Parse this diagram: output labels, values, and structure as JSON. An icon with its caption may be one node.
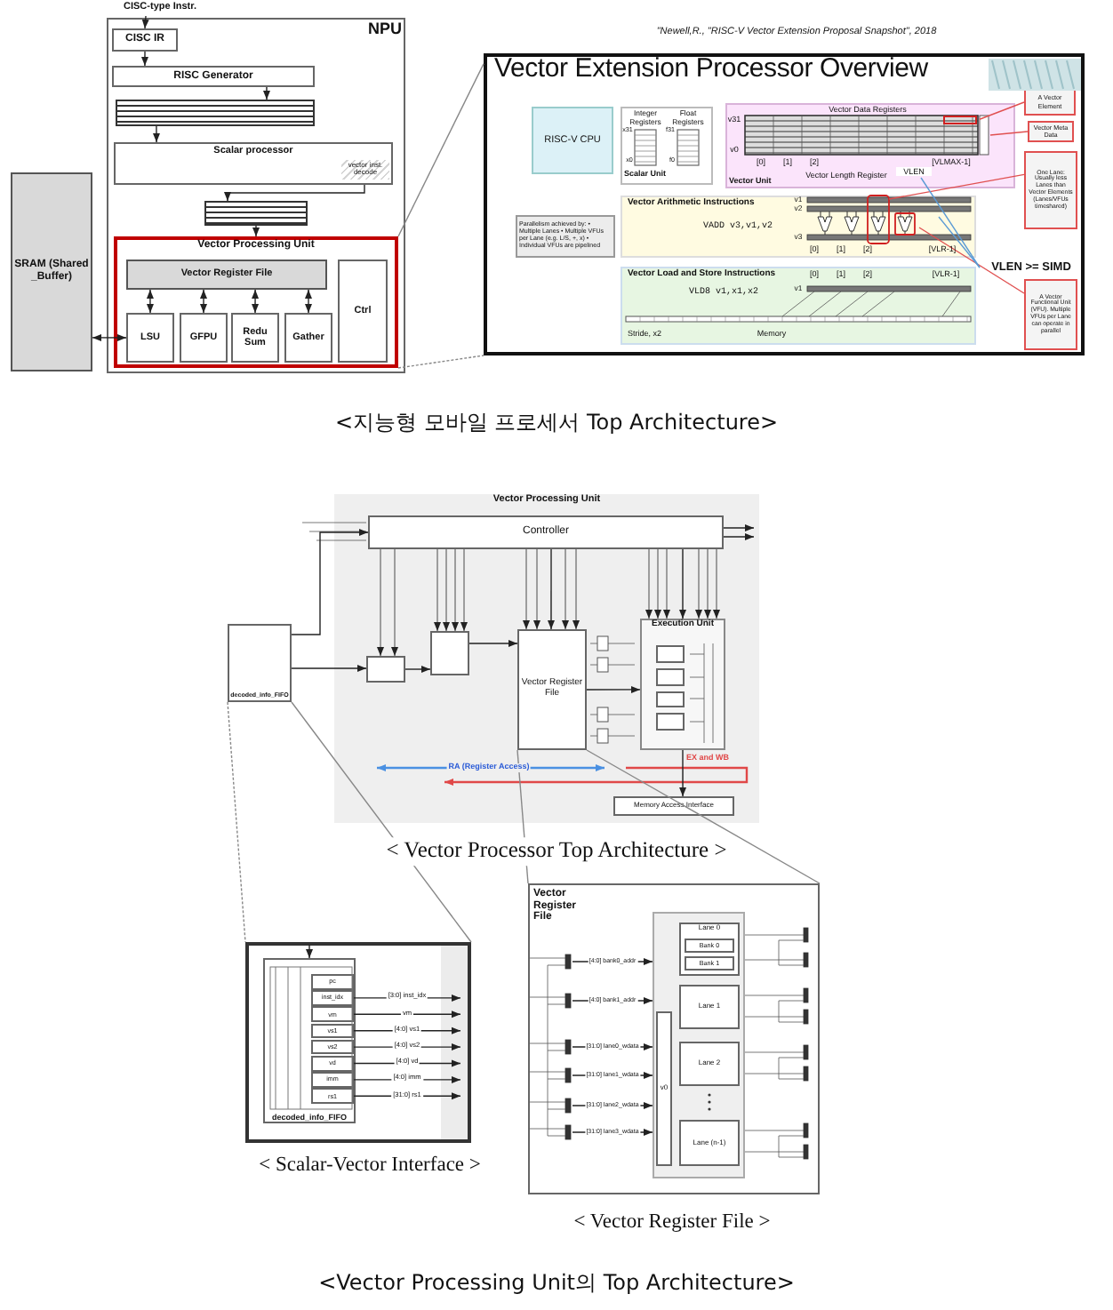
{
  "diagram": {
    "nodes": [
      {
        "text": [
          "NPU"
        ]
      },
      {
        "text": [
          "CISC IR"
        ],
        "in": 0
      },
      {
        "text": [
          "RISC Generator"
        ],
        "in": 0
      },
      {
        "text": [],
        "shape": "box",
        "in": 0
      },
      {
        "text": [
          "Scalar processor",
          "vector inst. decode"
        ],
        "in": 0
      },
      {
        "text": [],
        "shape": "box",
        "in": 0
      },
      {
        "text": [
          "Vector Processing Unit"
        ],
        "in": 0
      },
      {
        "text": [
          "Vector Register File"
        ],
        "in": 6
      },
      {
        "text": [
          "LSU"
        ],
        "in": 6
      },
      {
        "text": [
          "GFPU"
        ],
        "in": 6
      },
      {
        "text": [
          "Redu Sum"
        ],
        "in": 6
      },
      {
        "text": [
          "Gather"
        ],
        "in": 6
      },
      {
        "text": [
          "Ctrl"
        ],
        "in": 6
      },
      {
        "text": [
          "SRAM (Shared _Buffer)"
        ]
      },
      {
        "text": [
          "CISC-type Instr."
        ]
      },
      {
        "text": [
          "Vector Extension Processor Overview"
        ]
      },
      {
        "text": [
          "RISC-V CPU"
        ],
        "in": 15
      },
      {
        "text": [
          "Integer Registers",
          "Float Registers",
          "Scalar Unit"
        ],
        "in": 15
      },
      {
        "text": [
          "Vector Data Registers",
          "Vector Length Register",
          "VLEN",
          "Vector Unit"
        ],
        "in": 15
      },
      {
        "text": [
          "Vector Arithmetic Instructions",
          "VADD v3,v1,v2"
        ],
        "in": 15
      },
      {
        "text": [
          "Parallelism achieved by: • Multiple Lanes • Multiple VFUs per Lane (e.g. L/S, +, x) • Individual VFUs are pipelined"
        ],
        "in": 15
      },
      {
        "text": [
          "Vector Load and Store Instructions",
          "VLD8 v1,x1,x2",
          "Memory",
          "Stride, x2"
        ],
        "in": 15
      },
      {
        "text": [
          "A Vector Element"
        ],
        "in": 15
      },
      {
        "text": [
          "Vector Meta Data"
        ],
        "in": 15
      },
      {
        "text": [
          "One Lane: Usually less Lanes than Vector Elements (Lanes/VFUs timeshared)"
        ],
        "in": 15
      },
      {
        "text": [
          "VLEN >= SIMD"
        ],
        "in": 15
      },
      {
        "text": [
          "A Vector Functional Unit (VFU). Multiple VFUs per Lane can operate in parallel"
        ],
        "in": 15
      },
      {
        "text": [
          "Vector Processing Unit"
        ]
      },
      {
        "text": [
          "Controller"
        ],
        "in": 27
      },
      {
        "text": [],
        "shape": "box",
        "in": 27
      },
      {
        "text": [],
        "shape": "box",
        "in": 27
      },
      {
        "text": [
          "Vector Register File"
        ],
        "in": 27
      },
      {
        "text": [
          "Execution Unit"
        ],
        "in": 27
      },
      {
        "text": [],
        "shape": "box",
        "in": 32
      },
      {
        "text": [],
        "shape": "box",
        "in": 32
      },
      {
        "text": [],
        "shape": "box",
        "in": 32
      },
      {
        "text": [],
        "shape": "box",
        "in": 32
      },
      {
        "text": [
          "Memory Access Interface"
        ],
        "in": 27
      },
      {
        "text": [
          "decoded_info_FIFO"
        ]
      },
      {
        "text": [],
        "shape": "box"
      },
      {
        "text": [
          "decoded_info_FIFO"
        ],
        "in": 39
      },
      {
        "text": [
          "pc"
        ],
        "in": 40
      },
      {
        "text": [
          "inst_idx"
        ],
        "in": 40
      },
      {
        "text": [
          "vm"
        ],
        "in": 40
      },
      {
        "text": [
          "vs1"
        ],
        "in": 40
      },
      {
        "text": [
          "vs2"
        ],
        "in": 40
      },
      {
        "text": [
          "vd"
        ],
        "in": 40
      },
      {
        "text": [
          "imm"
        ],
        "in": 40
      },
      {
        "text": [
          "rs1"
        ],
        "in": 40
      },
      {
        "text": [
          "Vector Register File"
        ]
      },
      {
        "text": [],
        "shape": "box",
        "in": 49
      },
      {
        "text": [
          "v0"
        ],
        "in": 50
      },
      {
        "text": [
          "Lane 0"
        ],
        "in": 50
      },
      {
        "text": [
          "Bank 0"
        ],
        "in": 52
      },
      {
        "text": [
          "Bank 1"
        ],
        "in": 52
      },
      {
        "text": [
          "Lane 1"
        ],
        "in": 50
      },
      {
        "text": [
          "Lane 2"
        ],
        "in": 50
      },
      {
        "text": [
          "Lane (n-1)"
        ],
        "in": 50
      }
    ],
    "edges": [
      {
        "from": 14,
        "to": 1,
        "arrow": "to"
      },
      {
        "from": 1,
        "to": 2,
        "arrow": "to"
      },
      {
        "from": 2,
        "to": 3,
        "arrow": "to"
      },
      {
        "from": 3,
        "to": 4,
        "arrow": "to"
      },
      {
        "from": 4,
        "to": 5,
        "arrow": "to"
      },
      {
        "from": 5,
        "to": 6,
        "arrow": "to"
      },
      {
        "from": 7,
        "to": 8,
        "arrow": "both"
      },
      {
        "from": 7,
        "to": 9,
        "arrow": "both"
      },
      {
        "from": 7,
        "to": 10,
        "arrow": "both"
      },
      {
        "from": 7,
        "to": 11,
        "arrow": "both"
      },
      {
        "from": 13,
        "to": 8,
        "arrow": "both"
      },
      {
        "from": 22,
        "to": 18,
        "arrow": "none",
        "color": "#e05050"
      },
      {
        "from": 23,
        "to": 18,
        "arrow": "none",
        "color": "#e05050"
      },
      {
        "from": 24,
        "to": 19,
        "arrow": "none",
        "color": "#e05050"
      },
      {
        "from": 26,
        "to": 19,
        "arrow": "none",
        "color": "#e05050"
      },
      {
        "from": 25,
        "to": 18,
        "arrow": "none",
        "color": "#5b9bd5"
      },
      {
        "from": 25,
        "to": 19,
        "arrow": "none",
        "color": "#5b9bd5"
      },
      {
        "from": 38,
        "to": 28,
        "arrow": "to"
      },
      {
        "from": 38,
        "to": 29,
        "arrow": "to"
      },
      {
        "from": 29,
        "to": 30,
        "arrow": "to"
      },
      {
        "from": 30,
        "to": 31,
        "arrow": "to"
      },
      {
        "from": 28,
        "to": 31,
        "arrow": "to"
      },
      {
        "from": 28,
        "to": 32,
        "arrow": "to"
      },
      {
        "from": 31,
        "to": 32,
        "arrow": "to"
      },
      {
        "from": 32,
        "to": 37,
        "arrow": "to"
      },
      {
        "from": null,
        "to": 40,
        "arrow": "to"
      },
      {
        "from": 42,
        "to": null,
        "arrow": "to",
        "label": "[3:0] inst_idx"
      },
      {
        "from": 43,
        "to": null,
        "arrow": "to",
        "label": "vm"
      },
      {
        "from": 44,
        "to": null,
        "arrow": "to",
        "label": "[4:0] vs1"
      },
      {
        "from": 45,
        "to": null,
        "arrow": "to",
        "label": "[4:0] vs2"
      },
      {
        "from": 46,
        "to": null,
        "arrow": "to",
        "label": "[4:0] vd"
      },
      {
        "from": 47,
        "to": null,
        "arrow": "to",
        "label": "[4:0] imm"
      },
      {
        "from": 48,
        "to": null,
        "arrow": "to",
        "label": "[31:0] rs1"
      },
      {
        "from": null,
        "to": 50,
        "arrow": "to",
        "label": "[4:0] bank0_addr"
      },
      {
        "from": null,
        "to": 50,
        "arrow": "to",
        "label": "[4:0] bank1_addr"
      },
      {
        "from": null,
        "to": 50,
        "arrow": "to",
        "label": "[31:0] lane0_wdata"
      },
      {
        "from": null,
        "to": 50,
        "arrow": "to",
        "label": "[31:0] lane1_wdata"
      },
      {
        "from": null,
        "to": 50,
        "arrow": "to",
        "label": "[31:0] lane2_wdata"
      },
      {
        "from": null,
        "to": 50,
        "arrow": "to",
        "label": "[31:0] lane3_wdata"
      },
      {
        "from": 6,
        "to": 15,
        "arrow": "none",
        "color": "#888888"
      },
      {
        "from": 6,
        "to": 15,
        "arrow": "none",
        "style": "dashed",
        "color": "#888888"
      },
      {
        "from": 38,
        "to": 39,
        "arrow": "none",
        "style": "dashed",
        "color": "#888888"
      },
      {
        "from": 38,
        "to": 39,
        "arrow": "none",
        "color": "#888888"
      },
      {
        "from": 31,
        "to": 49,
        "arrow": "none",
        "color": "#888888"
      },
      {
        "from": 31,
        "to": 49,
        "arrow": "none",
        "color": "#888888"
      },
      {
        "from": 28,
        "to": null,
        "arrow": "to"
      },
      {
        "from": 28,
        "to": null,
        "arrow": "to"
      },
      {
        "from": 28,
        "to": 29,
        "arrow": "to"
      },
      {
        "from": 28,
        "to": 29,
        "arrow": "to"
      },
      {
        "from": 28,
        "to": 30,
        "arrow": "to"
      },
      {
        "from": 28,
        "to": 30,
        "arrow": "to"
      },
      {
        "from": 28,
        "to": 30,
        "arrow": "to"
      },
      {
        "from": 28,
        "to": 30,
        "arrow": "to"
      },
      {
        "from": 28,
        "to": 31,
        "arrow": "to"
      },
      {
        "from": 28,
        "to": 31,
        "arrow": "to"
      },
      {
        "from": 28,
        "to": 31,
        "arrow": "to"
      },
      {
        "from": 28,
        "to": 31,
        "arrow": "to"
      },
      {
        "from": 28,
        "to": 32,
        "arrow": "to"
      },
      {
        "from": 28,
        "to": 32,
        "arrow": "to"
      },
      {
        "from": 28,
        "to": 32,
        "arrow": "to"
      },
      {
        "from": 28,
        "to": 32,
        "arrow": "to"
      },
      {
        "from": 28,
        "to": 32,
        "arrow": "to"
      },
      {
        "from": 28,
        "to": 32,
        "arrow": "to"
      }
    ],
    "labels": [
      "\"Newell,R., \"RISC-V Vector Extension Proposal Snapshot\", 2018",
      "<지능형 모바일 프로세서 Top Architecture>",
      "x31",
      "x0",
      "f31",
      "f0",
      "v31",
      "v0",
      "[0]",
      "[1]",
      "[2]",
      "[VLMAX-1]",
      "v1",
      "v2",
      "v3",
      "[0]",
      "[1]",
      "[2]",
      "[VLR-1]",
      "[0]",
      "[1]",
      "[2]",
      "[VLR-1]",
      "v1",
      "RA (Register Access)",
      "EX and WB",
      "< Vector Processor Top Architecture >",
      "< Scalar-Vector Interface >",
      "< Vector Register File >",
      "<Vector Processing Unit의 Top Architecture>"
    ]
  }
}
